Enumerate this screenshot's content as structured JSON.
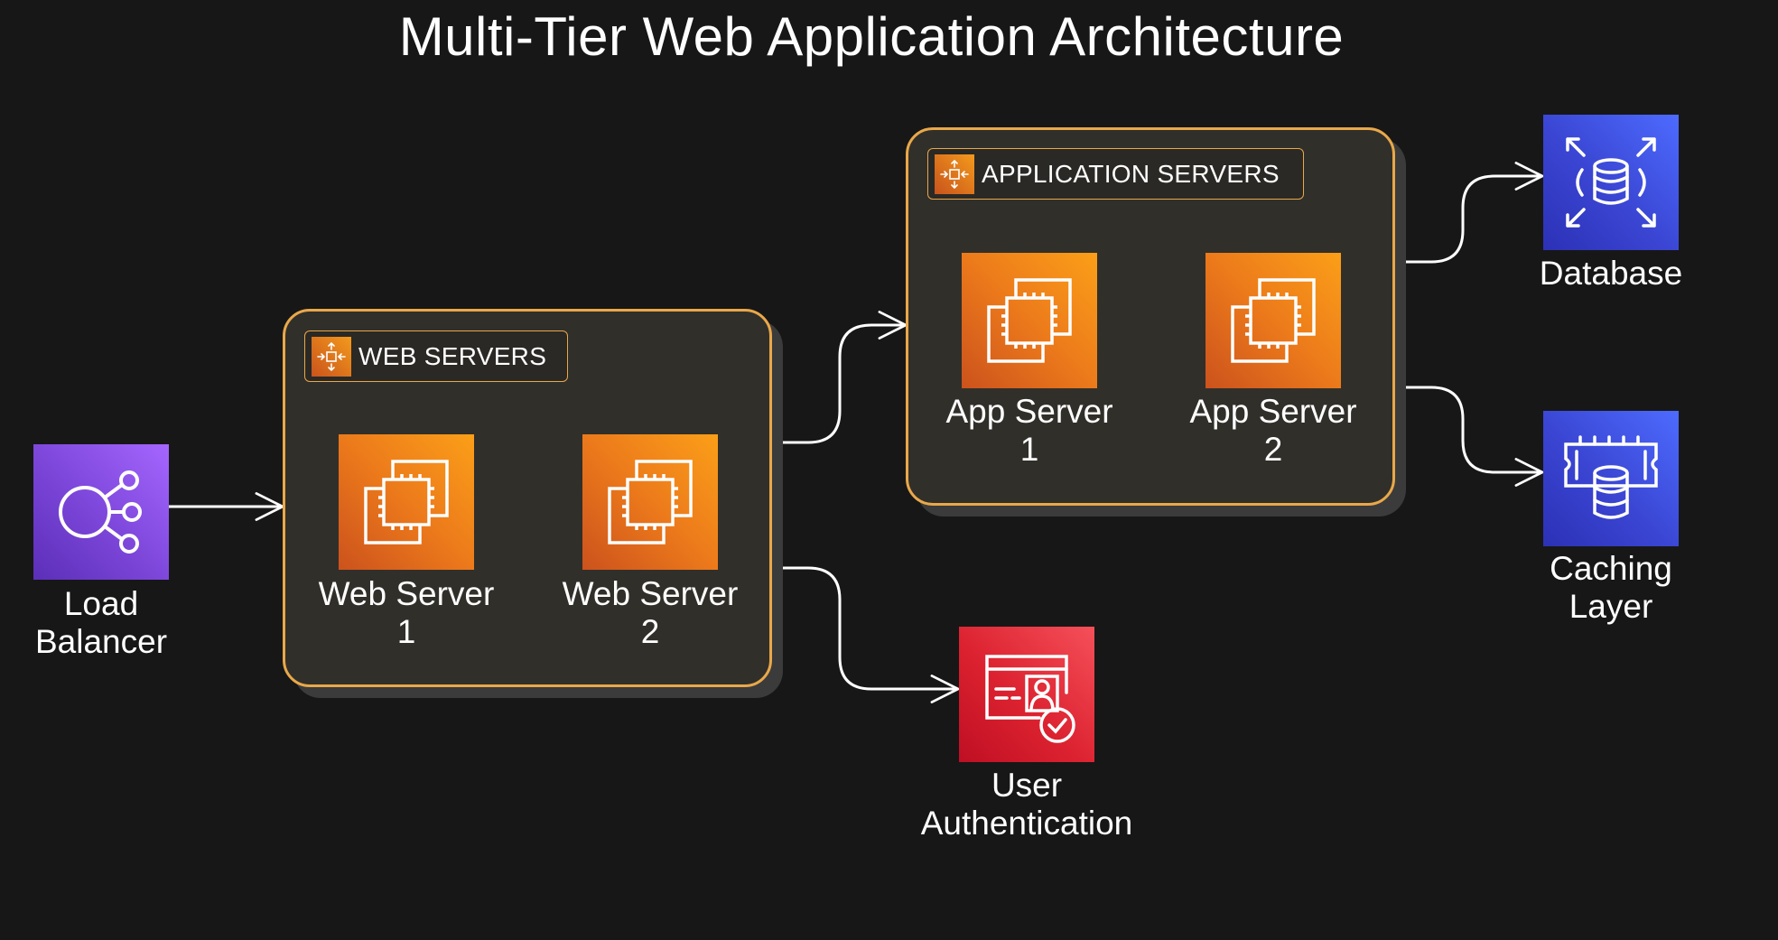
{
  "title": "Multi-Tier Web Application Architecture",
  "colors": {
    "background": "#171717",
    "group_fill": "#312f2a",
    "group_border": "#e9a84a",
    "compute": "#ed7a1b",
    "networking": "#7b45d8",
    "database": "#3a45d2",
    "security": "#dc2230"
  },
  "groups": [
    {
      "id": "web",
      "label": "WEB SERVERS",
      "icon": "auto-scaling-group-icon"
    },
    {
      "id": "app",
      "label": "APPLICATION SERVERS",
      "icon": "auto-scaling-group-icon"
    }
  ],
  "nodes": [
    {
      "id": "lb",
      "label": "Load\nBalancer",
      "icon": "elastic-load-balancer-icon"
    },
    {
      "id": "web1",
      "label": "Web Server\n1",
      "icon": "ec2-instances-icon"
    },
    {
      "id": "web2",
      "label": "Web Server\n2",
      "icon": "ec2-instances-icon"
    },
    {
      "id": "app1",
      "label": "App Server\n1",
      "icon": "ec2-instances-icon"
    },
    {
      "id": "app2",
      "label": "App Server\n2",
      "icon": "ec2-instances-icon"
    },
    {
      "id": "db",
      "label": "Database",
      "icon": "rds-database-icon"
    },
    {
      "id": "cache",
      "label": "Caching\nLayer",
      "icon": "elasticache-icon"
    },
    {
      "id": "auth",
      "label": "User\nAuthentication",
      "icon": "identity-verification-icon"
    }
  ],
  "edges": [
    {
      "from": "lb",
      "to": "web"
    },
    {
      "from": "web",
      "to": "app"
    },
    {
      "from": "web",
      "to": "auth"
    },
    {
      "from": "app",
      "to": "db"
    },
    {
      "from": "app",
      "to": "cache"
    }
  ]
}
